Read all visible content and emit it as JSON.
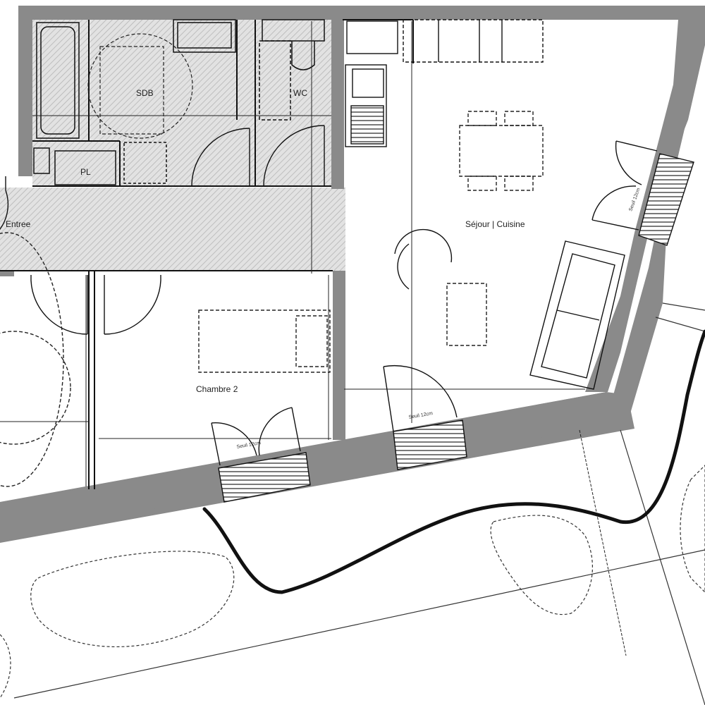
{
  "rooms": {
    "sdb": "SDB",
    "wc": "WC",
    "pl": "PL",
    "entree": "Entree",
    "sejour": "Séjour | Cuisine",
    "chambre2": "Chambre 2"
  },
  "annotations": {
    "seuil_left": "Seuil 12cm",
    "seuil_mid": "Seuil 12cm",
    "seuil_right": "Seuil 12cm"
  },
  "colors": {
    "wall": "#8a8a8a",
    "hatch": "#bcbcbc",
    "line": "#111111"
  }
}
